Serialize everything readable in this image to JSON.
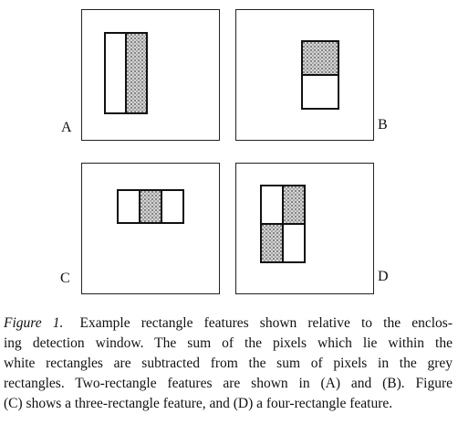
{
  "panels": {
    "a": {
      "label": "A"
    },
    "b": {
      "label": "B"
    },
    "c": {
      "label": "C"
    },
    "d": {
      "label": "D"
    }
  },
  "caption": {
    "figure_label": "Figure 1.",
    "lines": [
      "Example rectangle features shown relative to the enclos-",
      "ing detection window. The sum of the pixels which lie within the",
      "white rectangles are subtracted from the sum of pixels in the grey",
      "rectangles. Two-rectangle features are shown in (A) and (B). Figure",
      "(C) shows a three-rectangle feature, and (D) a four-rectangle feature."
    ]
  }
}
